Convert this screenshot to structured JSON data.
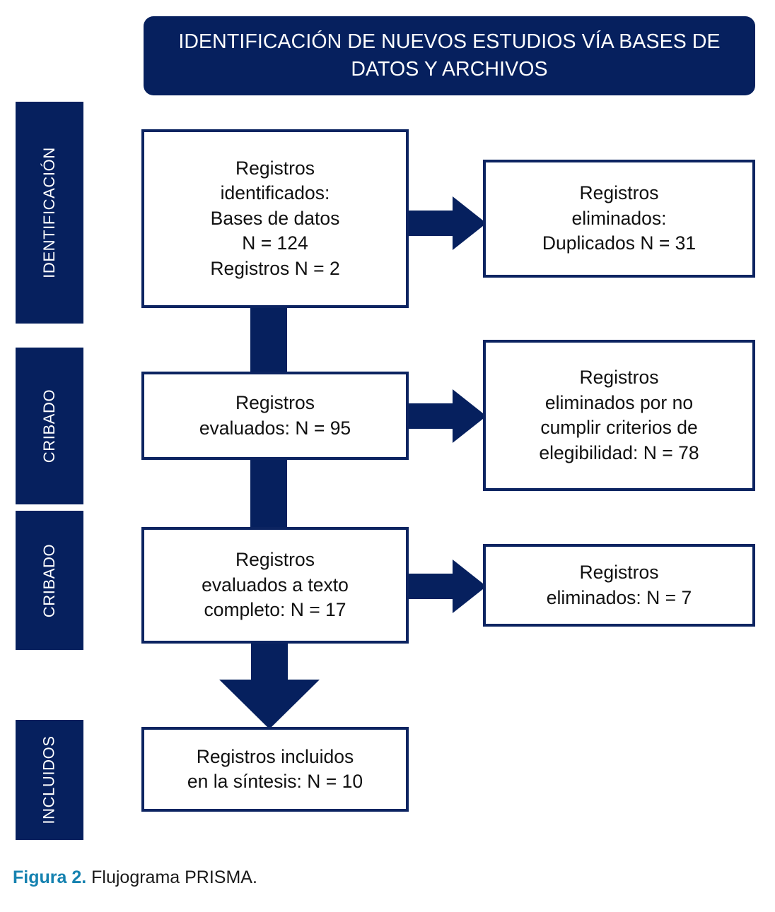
{
  "figure": {
    "header_title": "IDENTIFICACIÓN DE NUEVOS ESTUDIOS VÍA BASES DE DATOS Y ARCHIVOS",
    "caption_label": "Figura 2.",
    "caption_text": " Flujograma PRISMA.",
    "colors": {
      "navy": "#06205e",
      "box_border": "#0c2461",
      "caption_accent": "#1682b0",
      "box_fill": "#ffffff",
      "text": "#111111"
    }
  },
  "stages": [
    {
      "id": "identificacion",
      "label": "IDENTIFICACIÓN"
    },
    {
      "id": "cribado-1",
      "label": "CRIBADO"
    },
    {
      "id": "cribado-2",
      "label": "CRIBADO"
    },
    {
      "id": "incluidos",
      "label": "INCLUIDOS"
    }
  ],
  "boxes": {
    "identified": {
      "id": "registros-identificados",
      "lines": [
        "Registros",
        "identificados:",
        "Bases de datos",
        "N = 124",
        "Registros N = 2"
      ]
    },
    "duplicates_removed": {
      "id": "registros-eliminados-duplicados",
      "lines": [
        "Registros",
        "eliminados:",
        "Duplicados N = 31"
      ]
    },
    "screened": {
      "id": "registros-evaluados",
      "lines": [
        "Registros",
        "evaluados: N = 95"
      ]
    },
    "excluded_eligibility": {
      "id": "registros-eliminados-elegibilidad",
      "lines": [
        "Registros",
        "eliminados por no",
        "cumplir criterios de",
        "elegibilidad: N = 78"
      ]
    },
    "fulltext": {
      "id": "registros-evaluados-texto-completo",
      "lines": [
        "Registros",
        "evaluados a texto",
        "completo: N = 17"
      ]
    },
    "excluded_fulltext": {
      "id": "registros-eliminados-texto-completo",
      "lines": [
        "Registros",
        "eliminados: N = 7"
      ]
    },
    "included": {
      "id": "registros-incluidos",
      "lines": [
        "Registros incluidos",
        "en la síntesis: N = 10"
      ]
    }
  },
  "chart_data": {
    "type": "diagram",
    "title": "IDENTIFICACIÓN DE NUEVOS ESTUDIOS VÍA BASES DE DATOS Y ARCHIVOS",
    "nodes": [
      {
        "name": "Registros identificados: Bases de datos",
        "value": 124
      },
      {
        "name": "Registros identificados: Registros",
        "value": 2
      },
      {
        "name": "Registros eliminados: Duplicados",
        "value": 31
      },
      {
        "name": "Registros evaluados",
        "value": 95
      },
      {
        "name": "Registros eliminados por no cumplir criterios de elegibilidad",
        "value": 78
      },
      {
        "name": "Registros evaluados a texto completo",
        "value": 17
      },
      {
        "name": "Registros eliminados (texto completo)",
        "value": 7
      },
      {
        "name": "Registros incluidos en la síntesis",
        "value": 10
      }
    ],
    "edges": [
      {
        "from": "Registros identificados",
        "to": "Registros eliminados: Duplicados",
        "kind": "exclusion"
      },
      {
        "from": "Registros identificados",
        "to": "Registros evaluados",
        "kind": "flow"
      },
      {
        "from": "Registros evaluados",
        "to": "Registros eliminados por no cumplir criterios de elegibilidad",
        "kind": "exclusion"
      },
      {
        "from": "Registros evaluados",
        "to": "Registros evaluados a texto completo",
        "kind": "flow"
      },
      {
        "from": "Registros evaluados a texto completo",
        "to": "Registros eliminados (texto completo)",
        "kind": "exclusion"
      },
      {
        "from": "Registros evaluados a texto completo",
        "to": "Registros incluidos en la síntesis",
        "kind": "flow"
      }
    ]
  }
}
